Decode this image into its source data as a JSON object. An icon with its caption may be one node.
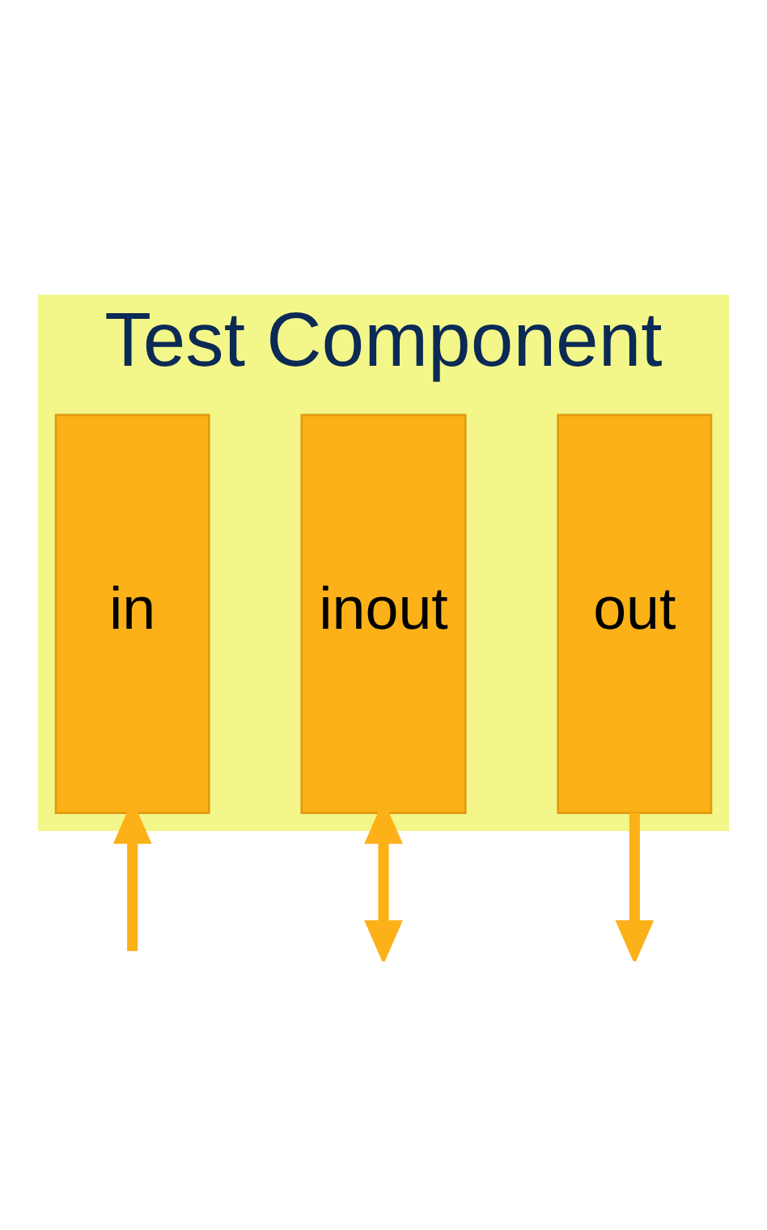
{
  "diagram": {
    "nodes": [
      {
        "text": [
          "Test Component"
        ]
      },
      {
        "text": [
          "in"
        ],
        "in": 0
      },
      {
        "text": [
          "inout"
        ],
        "in": 0
      },
      {
        "text": [
          "out"
        ],
        "in": 0
      }
    ],
    "edges": [
      {
        "from": null,
        "to": 1,
        "arrow": "to"
      },
      {
        "from": null,
        "to": 2,
        "arrow": "both"
      },
      {
        "from": 3,
        "to": null,
        "arrow": "to"
      }
    ]
  }
}
